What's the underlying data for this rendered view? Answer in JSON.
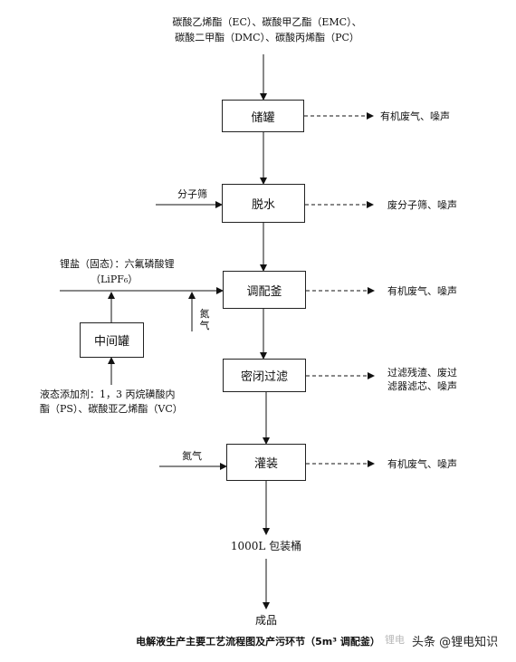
{
  "inputs": {
    "solvents_line1": "碳酸乙烯酯（EC）、碳酸甲乙酯（EMC）、",
    "solvents_line2": "碳酸二甲酯（DMC）、碳酸丙烯酯（PC）",
    "molecular_sieve": "分子筛",
    "lithium_salt_line1": "锂盐（固态）：六氟磷酸锂",
    "lithium_salt_line2": "（LiPF₆）",
    "nitrogen_vertical": "氮气",
    "additives_line1": "液态添加剂：1，3 丙烷磺酸内",
    "additives_line2": "酯（PS）、碳酸亚乙烯酯（VC）",
    "nitrogen_fill": "氮气"
  },
  "steps": {
    "storage": "储罐",
    "dehydration": "脱水",
    "blending": "调配釜",
    "sealed_filtration": "密闭过滤",
    "filling": "灌装",
    "intermediate_tank": "中间罐"
  },
  "outputs": {
    "storage": "有机废气、噪声",
    "dehydration": "废分子筛、噪声",
    "blending": "有机废气、噪声",
    "filtration_line1": "过滤残渣、废过",
    "filtration_line2": "滤器滤芯、噪声",
    "filling": "有机废气、噪声"
  },
  "packaging": "1000L 包装桶",
  "product": "成品",
  "caption": "电解液生产主要工艺流程图及产污环节（5m³ 调配釜）",
  "watermark": {
    "logo_text": "锂电",
    "main_text": "头条 @锂电知识"
  }
}
